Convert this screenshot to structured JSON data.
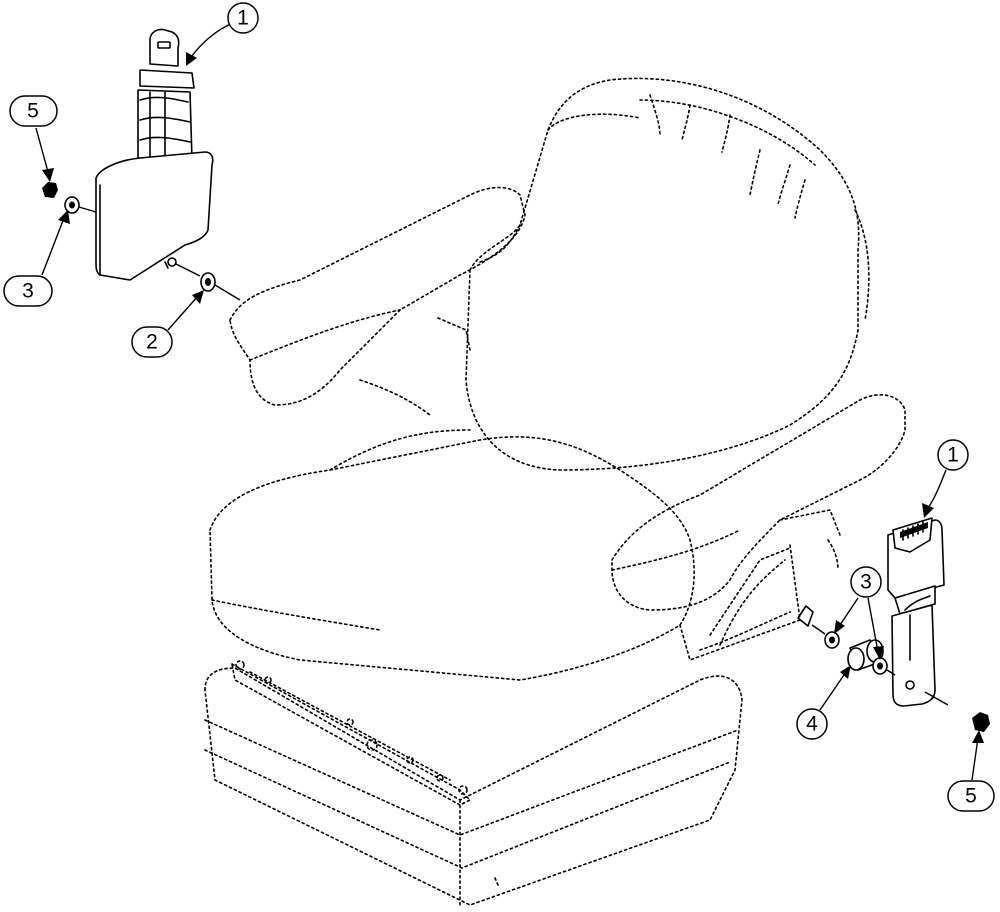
{
  "callouts": [
    {
      "id": "left-belt-tongue",
      "label": "1"
    },
    {
      "id": "left-nut",
      "label": "5"
    },
    {
      "id": "left-washer",
      "label": "3"
    },
    {
      "id": "left-bolt-washer",
      "label": "2"
    },
    {
      "id": "right-buckle",
      "label": "1"
    },
    {
      "id": "right-washers",
      "label": "3"
    },
    {
      "id": "right-spacer",
      "label": "4"
    },
    {
      "id": "right-nut",
      "label": "5"
    }
  ]
}
